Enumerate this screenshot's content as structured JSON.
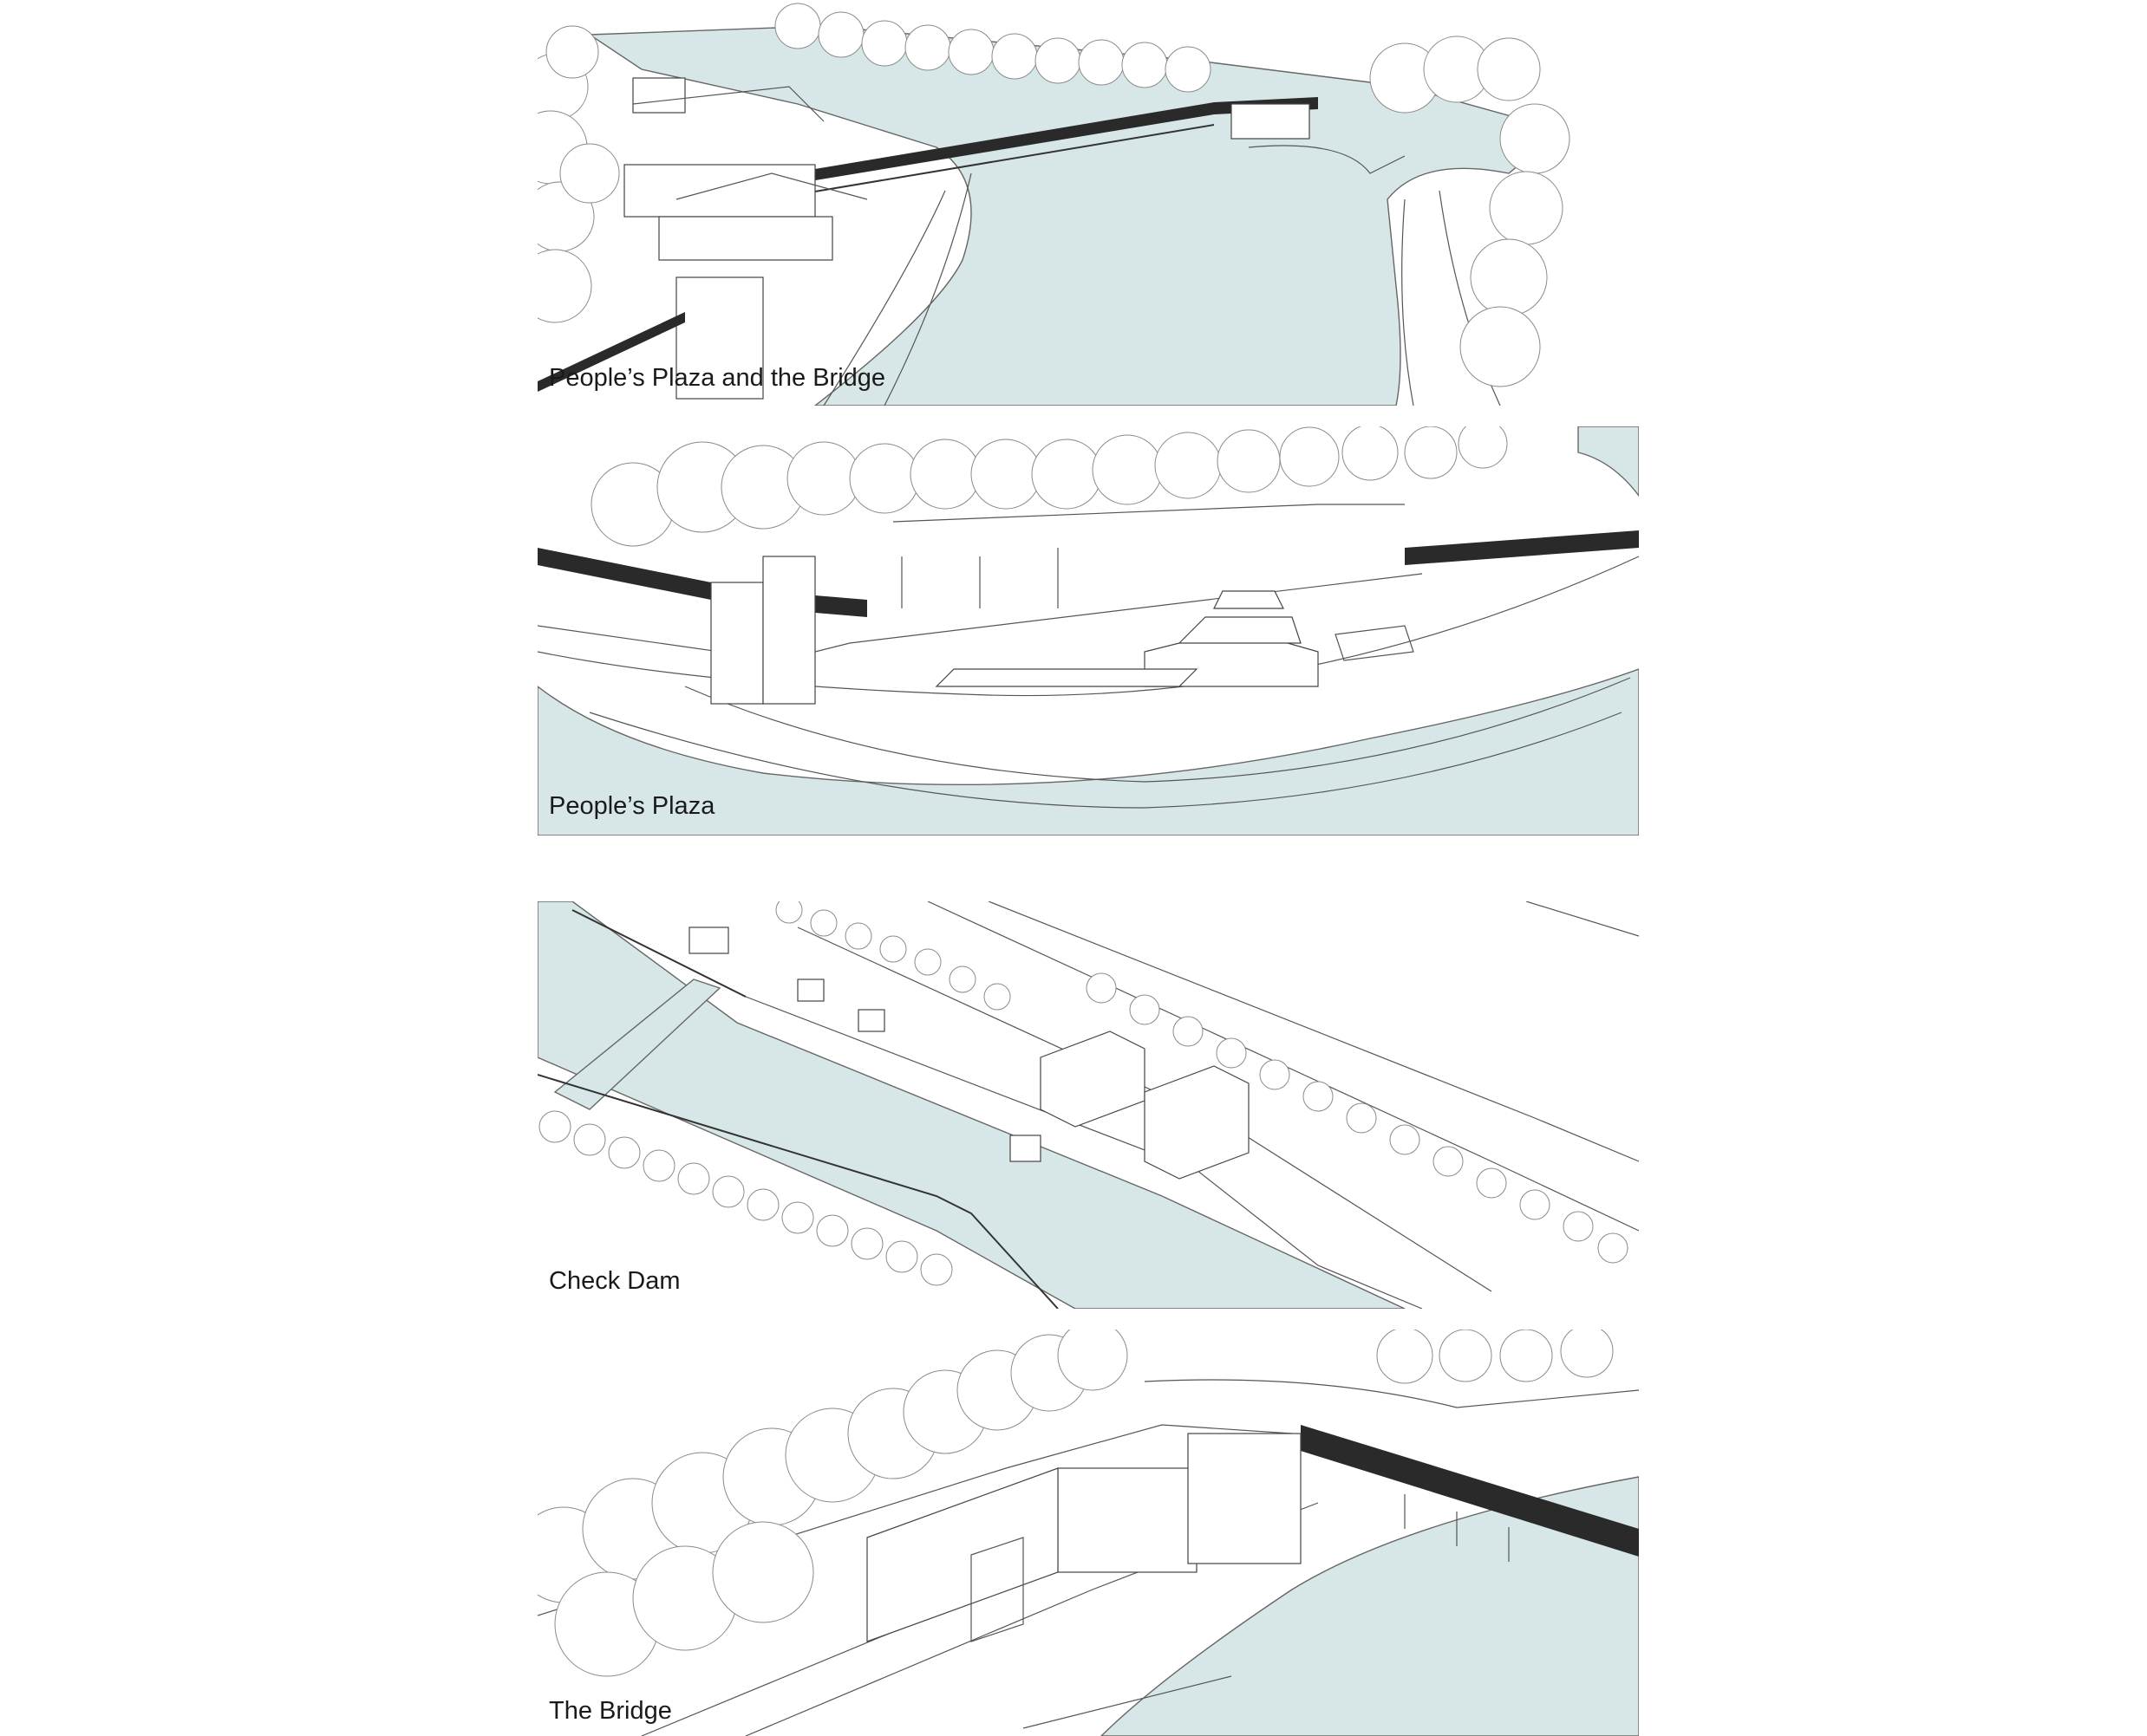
{
  "panels": [
    {
      "caption": "People’s Plaza and the Bridge"
    },
    {
      "caption": "People’s Plaza"
    },
    {
      "caption": "Check Dam"
    },
    {
      "caption": "The Bridge"
    }
  ],
  "colors": {
    "water": "#d7e7e8",
    "line": "#555555",
    "background": "#ffffff",
    "caption": "#1a1a1a"
  }
}
